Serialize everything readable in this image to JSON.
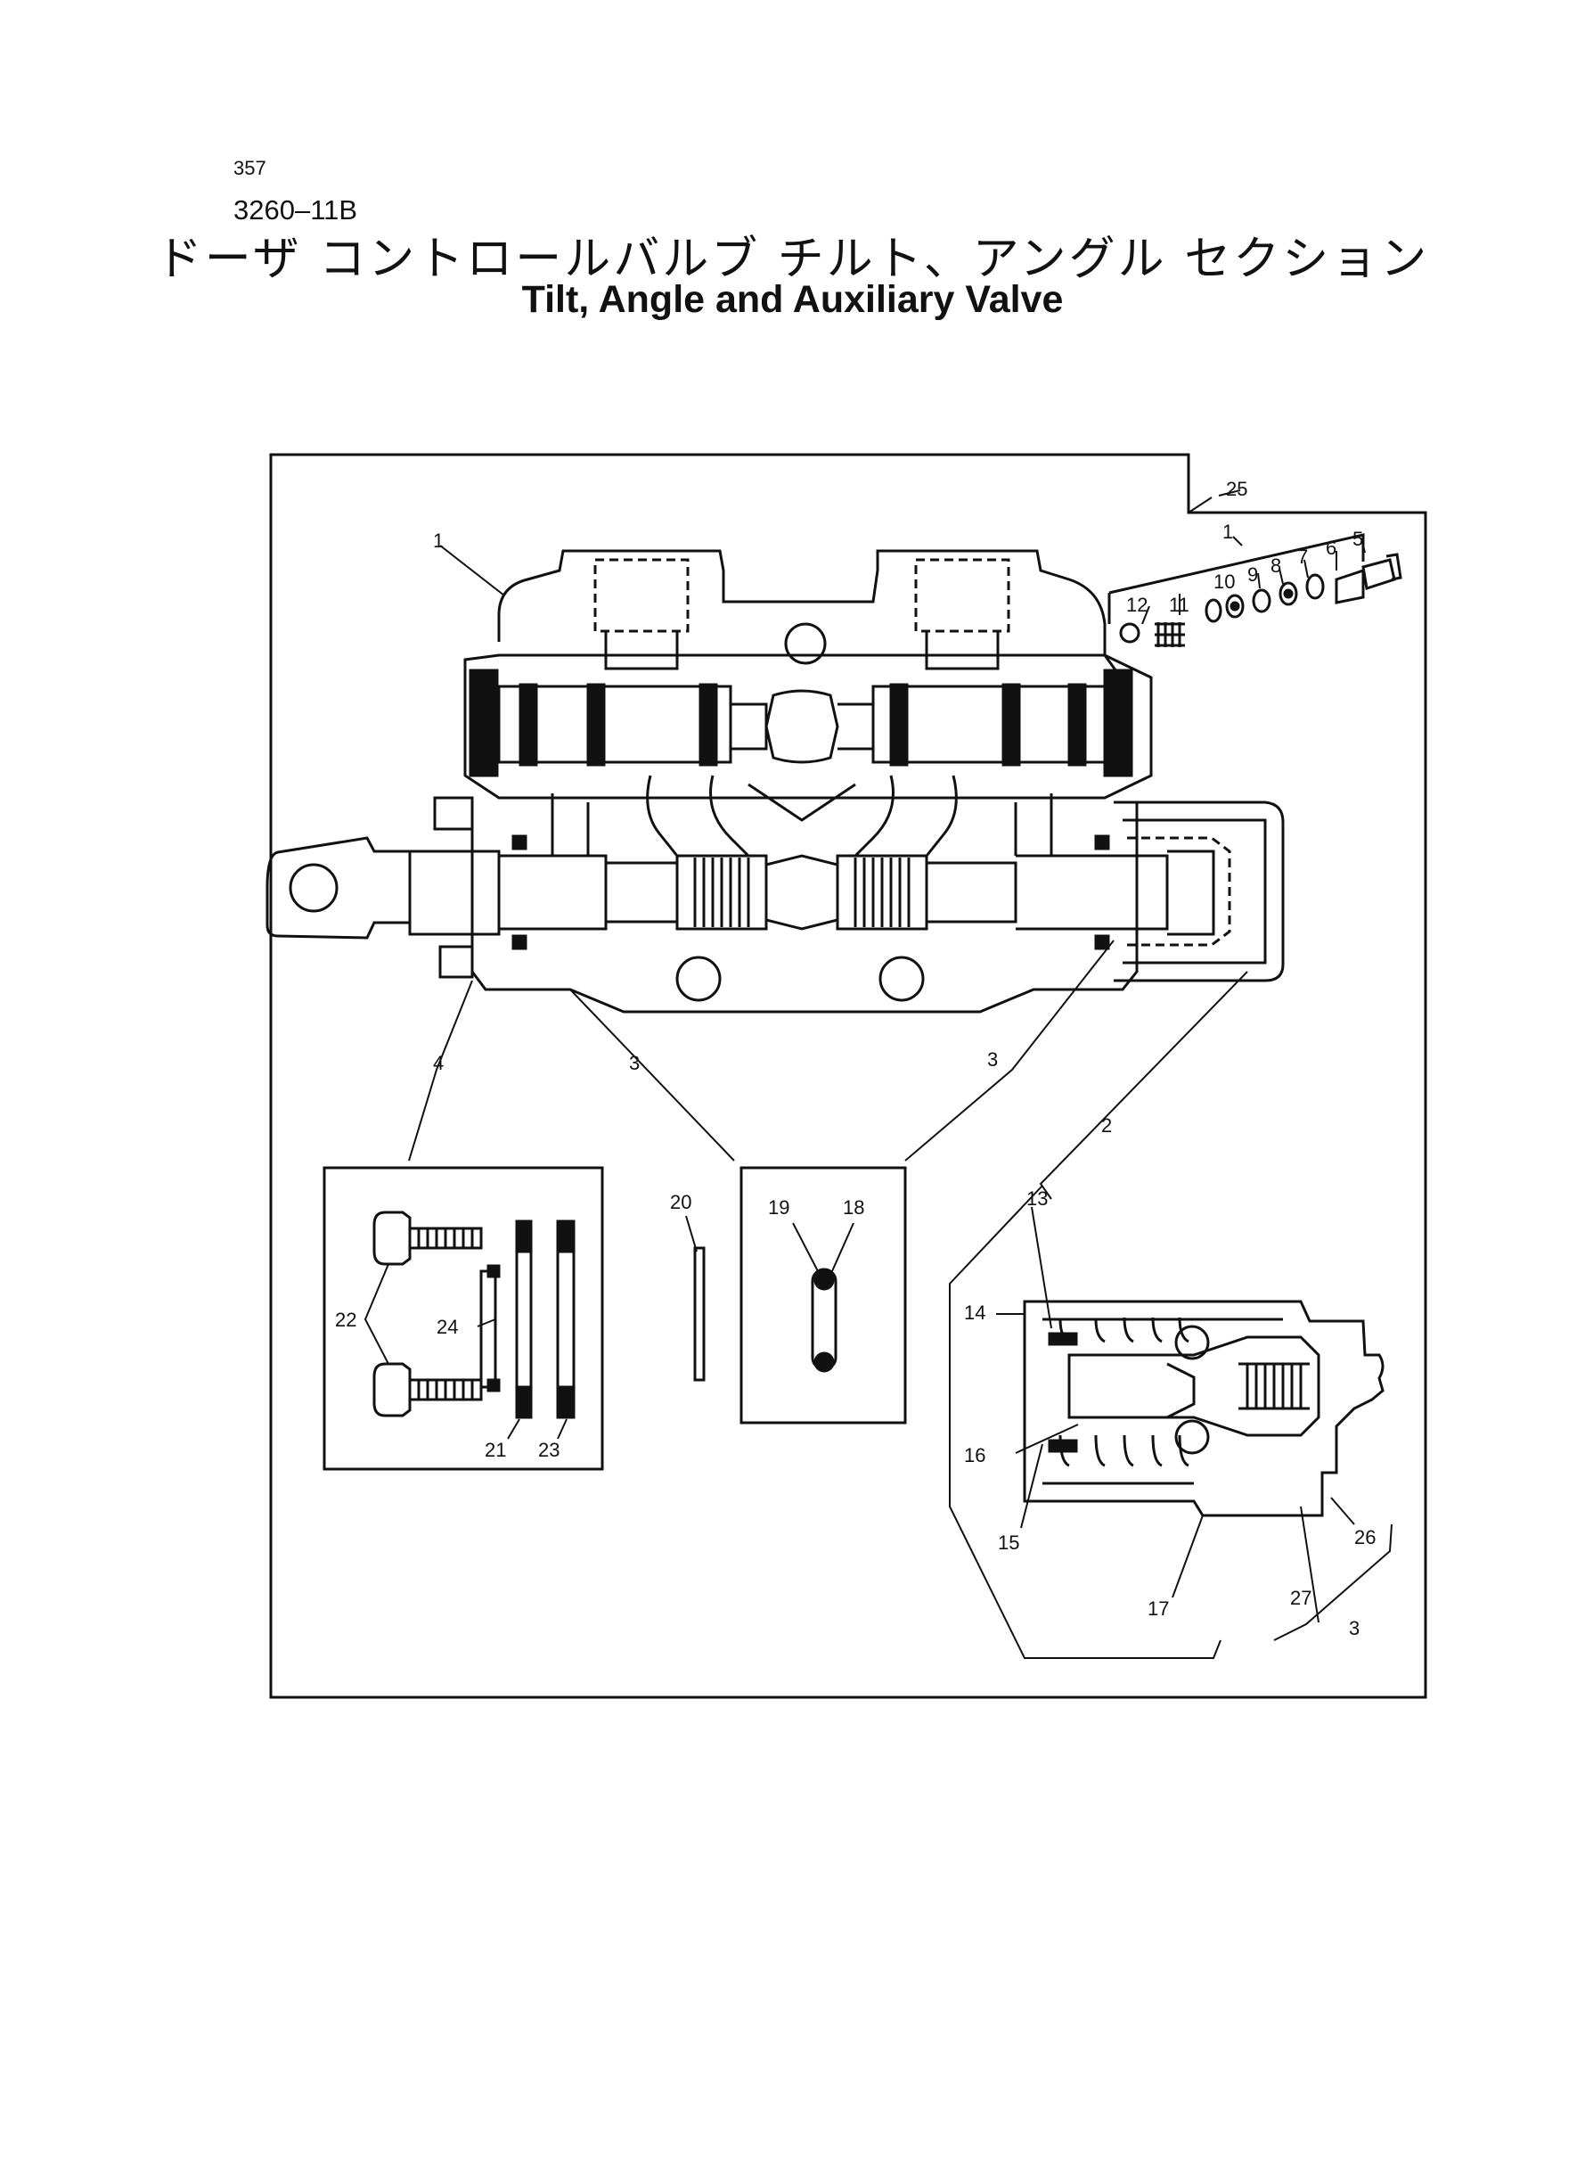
{
  "header": {
    "page_number": "357",
    "part_code": "3260–11B",
    "title_jp": "ドーザ コントロールバルブ チルト、アングル セクション",
    "title_en": "Tilt, Angle and Auxiliary Valve"
  },
  "callouts": [
    "1",
    "1",
    "2",
    "3",
    "3",
    "3",
    "4",
    "5",
    "6",
    "7",
    "8",
    "9",
    "10",
    "11",
    "12",
    "13",
    "14",
    "15",
    "16",
    "17",
    "18",
    "19",
    "20",
    "21",
    "22",
    "23",
    "24",
    "25",
    "26",
    "27"
  ]
}
